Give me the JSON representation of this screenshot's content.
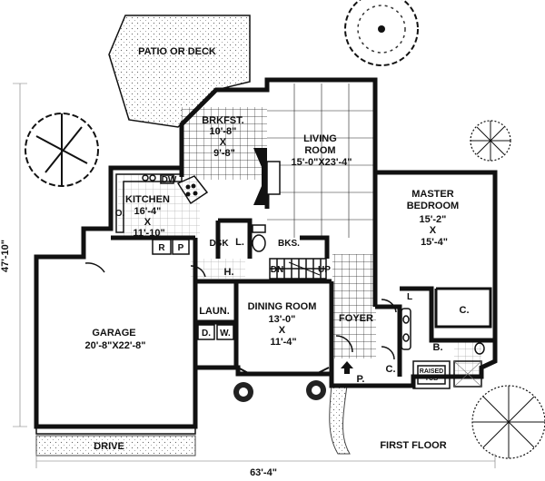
{
  "rooms": {
    "patio": [
      "PATIO OR DECK"
    ],
    "brkfst": [
      "BRKFST.",
      "10'-8\"",
      "X",
      "9'-8\""
    ],
    "living": [
      "LIVING",
      "ROOM",
      "15'-0\"X23'-4\""
    ],
    "kitchen": [
      "KITCHEN",
      "16'-4\"",
      "X",
      "11'-10\""
    ],
    "master": [
      "MASTER",
      "BEDROOM",
      "15'-2\"",
      "X",
      "15'-4\""
    ],
    "garage": [
      "GARAGE",
      "20'-8\"X22'-8\""
    ],
    "dining": [
      "DINING ROOM",
      "13'-0\"",
      "X",
      "11'-4\""
    ],
    "foyer": [
      "FOYER"
    ],
    "laun": [
      "LAUN."
    ],
    "hall": [
      "H."
    ],
    "drive": [
      "DRIVE"
    ],
    "raised_tub": [
      "RAISED",
      "TUB"
    ]
  },
  "labels": {
    "dw": "DW",
    "o": "O.",
    "r": "R",
    "p": "P",
    "dsk": "DSK",
    "l_hall": "L.",
    "bks": "BKS.",
    "dn": "DN",
    "up": "UP",
    "d": "D.",
    "w": "W.",
    "l_bath": "L",
    "c_master": "C.",
    "b": "B.",
    "c_foyer": "C.",
    "porch": "P."
  },
  "dimensions": {
    "depth": "47'-10\"",
    "width": "63'-4\""
  },
  "floor_label": "FIRST FLOOR"
}
